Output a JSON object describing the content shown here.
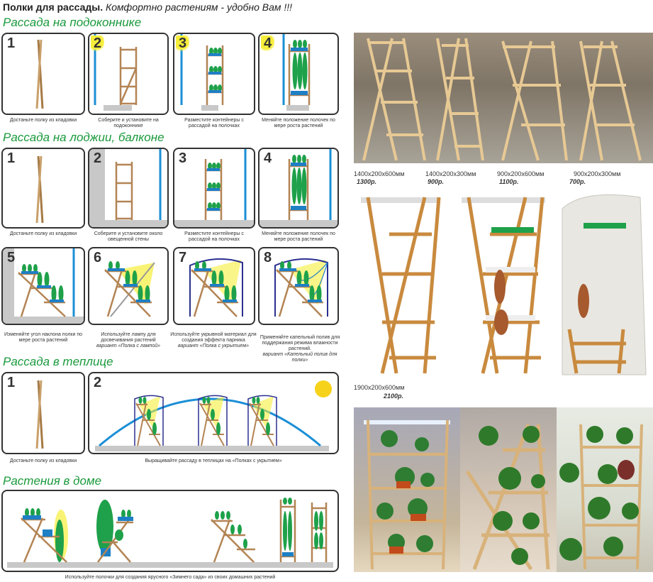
{
  "header": {
    "title_bold": "Полки для рассады.",
    "title_italic": "Комфортно растениям - удобно Вам !!!"
  },
  "sections": {
    "window": "Рассада на подоконнике",
    "loggia": "Рассада на лоджии, балконе",
    "greenhouse": "Рассада в теплице",
    "home": "Растения в доме"
  },
  "window_steps": [
    {
      "num": "1",
      "caption": "Достаньте полку из кладовки"
    },
    {
      "num": "2",
      "caption": "Соберите и установите на подоконнике"
    },
    {
      "num": "3",
      "caption": "Разместите контейнеры с рассадой на полочках"
    },
    {
      "num": "4",
      "caption": "Меняйте положение полочек по мере роста растений"
    }
  ],
  "loggia_steps": [
    {
      "num": "1",
      "caption": "Достаньте полку из кладовки"
    },
    {
      "num": "2",
      "caption": "Соберите и установите около овещенной стены"
    },
    {
      "num": "3",
      "caption": "Разместите контейнеры с рассадой на полочках"
    },
    {
      "num": "4",
      "caption": "Меняйте положение полочек по мере роста растений"
    },
    {
      "num": "5",
      "caption": "Изменяйте угол наклона полки по мере роста растений",
      "variant": ""
    },
    {
      "num": "6",
      "caption": "Используйте лампу для досвечивания растений",
      "variant": "вариант «Полка с лампой»"
    },
    {
      "num": "7",
      "caption": "Используйте укрывной материал для создания эффекта парника",
      "variant": "вариант «Полка с укрытием»"
    },
    {
      "num": "8",
      "caption": "Применяйте капельный полив для поддержания режима влажности растений.",
      "variant": "вариант «Капельный полив для полки»"
    }
  ],
  "greenhouse_steps": [
    {
      "num": "1",
      "caption": "Достаньте полку из кладовки"
    },
    {
      "num": "2",
      "caption": "Выращивайте рассаду в теплицах на «Полках с укрытием»"
    }
  ],
  "home_caption": "Используйте полочки для создания ярусного «Зимнего сада» из своих домашних растений",
  "products_top": [
    {
      "size": "1400x200x600мм",
      "price": "1300р."
    },
    {
      "size": "1400x200x300мм",
      "price": "900р."
    },
    {
      "size": "900x200x600мм",
      "price": "1100р."
    },
    {
      "size": "900x200x300мм",
      "price": "700р."
    }
  ],
  "product_big": {
    "size": "1900x200x600мм",
    "price": "2100р."
  },
  "colors": {
    "green_heading": "#1a9a3c",
    "window_blue": "#1b8fd6",
    "wood": "#c98a3e",
    "sun": "#f6ee3a"
  }
}
